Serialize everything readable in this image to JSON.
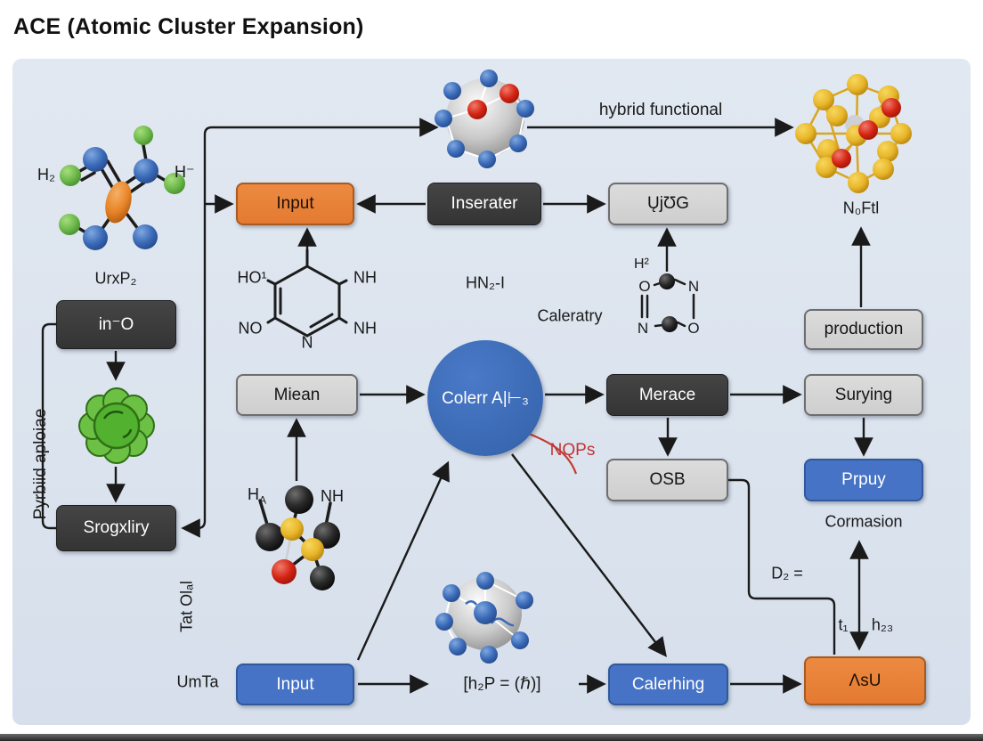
{
  "title": "ACE (Atomic Cluster Expansion)",
  "nodes": {
    "input_top": "Input",
    "inserater": "Inserater",
    "ujug": "ŲjƱG",
    "in_o": "in⁻O",
    "srogxliry": "Srogxliry",
    "miean": "Miean",
    "circle": "Colerr A|⊢₃",
    "merace": "Merace",
    "surying": "Surying",
    "production": "production",
    "osb": "OSB",
    "prpuy": "Prpuy",
    "input_bottom": "Input",
    "calerhing": "Calerhing",
    "asu": "ΛsU"
  },
  "labels": {
    "hybrid_functional": "hybrid functional",
    "h2": "H₂",
    "h_minus": "H⁻",
    "urxp2": "UrxP₂",
    "pyrbiid": "Pyrbiid aploiae",
    "hn2i": "HN₂-I",
    "caleratry": "Caleratry",
    "n0ftl": "N₀Ftl",
    "nqps": "NQPs",
    "cormasion": "Cormasion",
    "d2": "D₂ =",
    "t1": "t₁",
    "h23": "h₂₃",
    "tat_ola": "Tat Olₐl",
    "umta": "UmTa",
    "formula": "[h₂P = (ℏ)]"
  },
  "ring1": {
    "ho": "HO¹",
    "nh_top": "NH",
    "no": "NO",
    "n": "N",
    "nh_bottom": "NH"
  },
  "ring2": {
    "h2": "H²",
    "o_top": "O",
    "n_top": "N",
    "n_bottom": "N",
    "o_bottom": "O"
  },
  "colors": {
    "panel": "#dbe3ee",
    "box_dark": "#3a3a3a",
    "box_gray": "#d6d6d6",
    "accent_orange": "#e8813a",
    "accent_blue": "#4673c5",
    "nqps_red": "#c23434",
    "arrow": "#1a1a1a"
  }
}
